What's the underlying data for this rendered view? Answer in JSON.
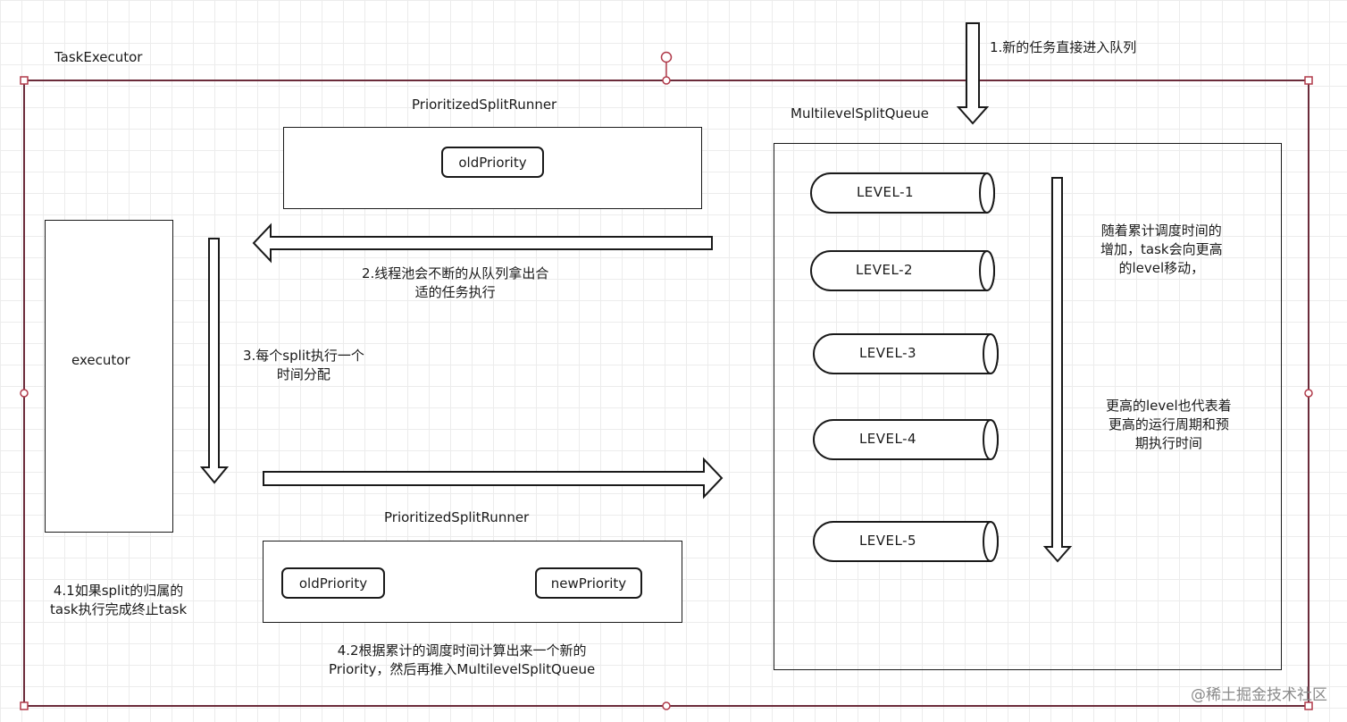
{
  "task_executor": {
    "label": "TaskExecutor"
  },
  "executor": {
    "label": "executor"
  },
  "runner_top": {
    "title": "PrioritizedSplitRunner",
    "field": "oldPriority"
  },
  "runner_bottom": {
    "title": "PrioritizedSplitRunner",
    "old_field": "oldPriority",
    "new_field": "newPriority"
  },
  "queue": {
    "title": "MultilevelSplitQueue",
    "levels": [
      "LEVEL-1",
      "LEVEL-2",
      "LEVEL-3",
      "LEVEL-4",
      "LEVEL-5"
    ],
    "note_top": [
      "随着累计调度时间的",
      "增加，task会向更高",
      "的level移动，"
    ],
    "note_bottom": [
      "更高的level也代表着",
      "更高的运行周期和预",
      "期执行时间"
    ]
  },
  "steps": {
    "step1": "1.新的任务直接进入队列",
    "step2": [
      "2.线程池会不断的从队列拿出合",
      "适的任务执行"
    ],
    "step3": [
      "3.每个split执行一个",
      "时间分配"
    ],
    "step41": [
      "4.1如果split的归属的",
      "task执行完成终止task"
    ],
    "step42": [
      "4.2根据累计的调度时间计算出来一个新的",
      "Priority，然后再推入MultilevelSplitQueue"
    ]
  },
  "watermark": "@稀土掘金技术社区",
  "colors": {
    "frame": "#6b2b3a",
    "stroke": "#1a1a1a",
    "grid": "#ececec",
    "handle": "#b03a4a"
  }
}
